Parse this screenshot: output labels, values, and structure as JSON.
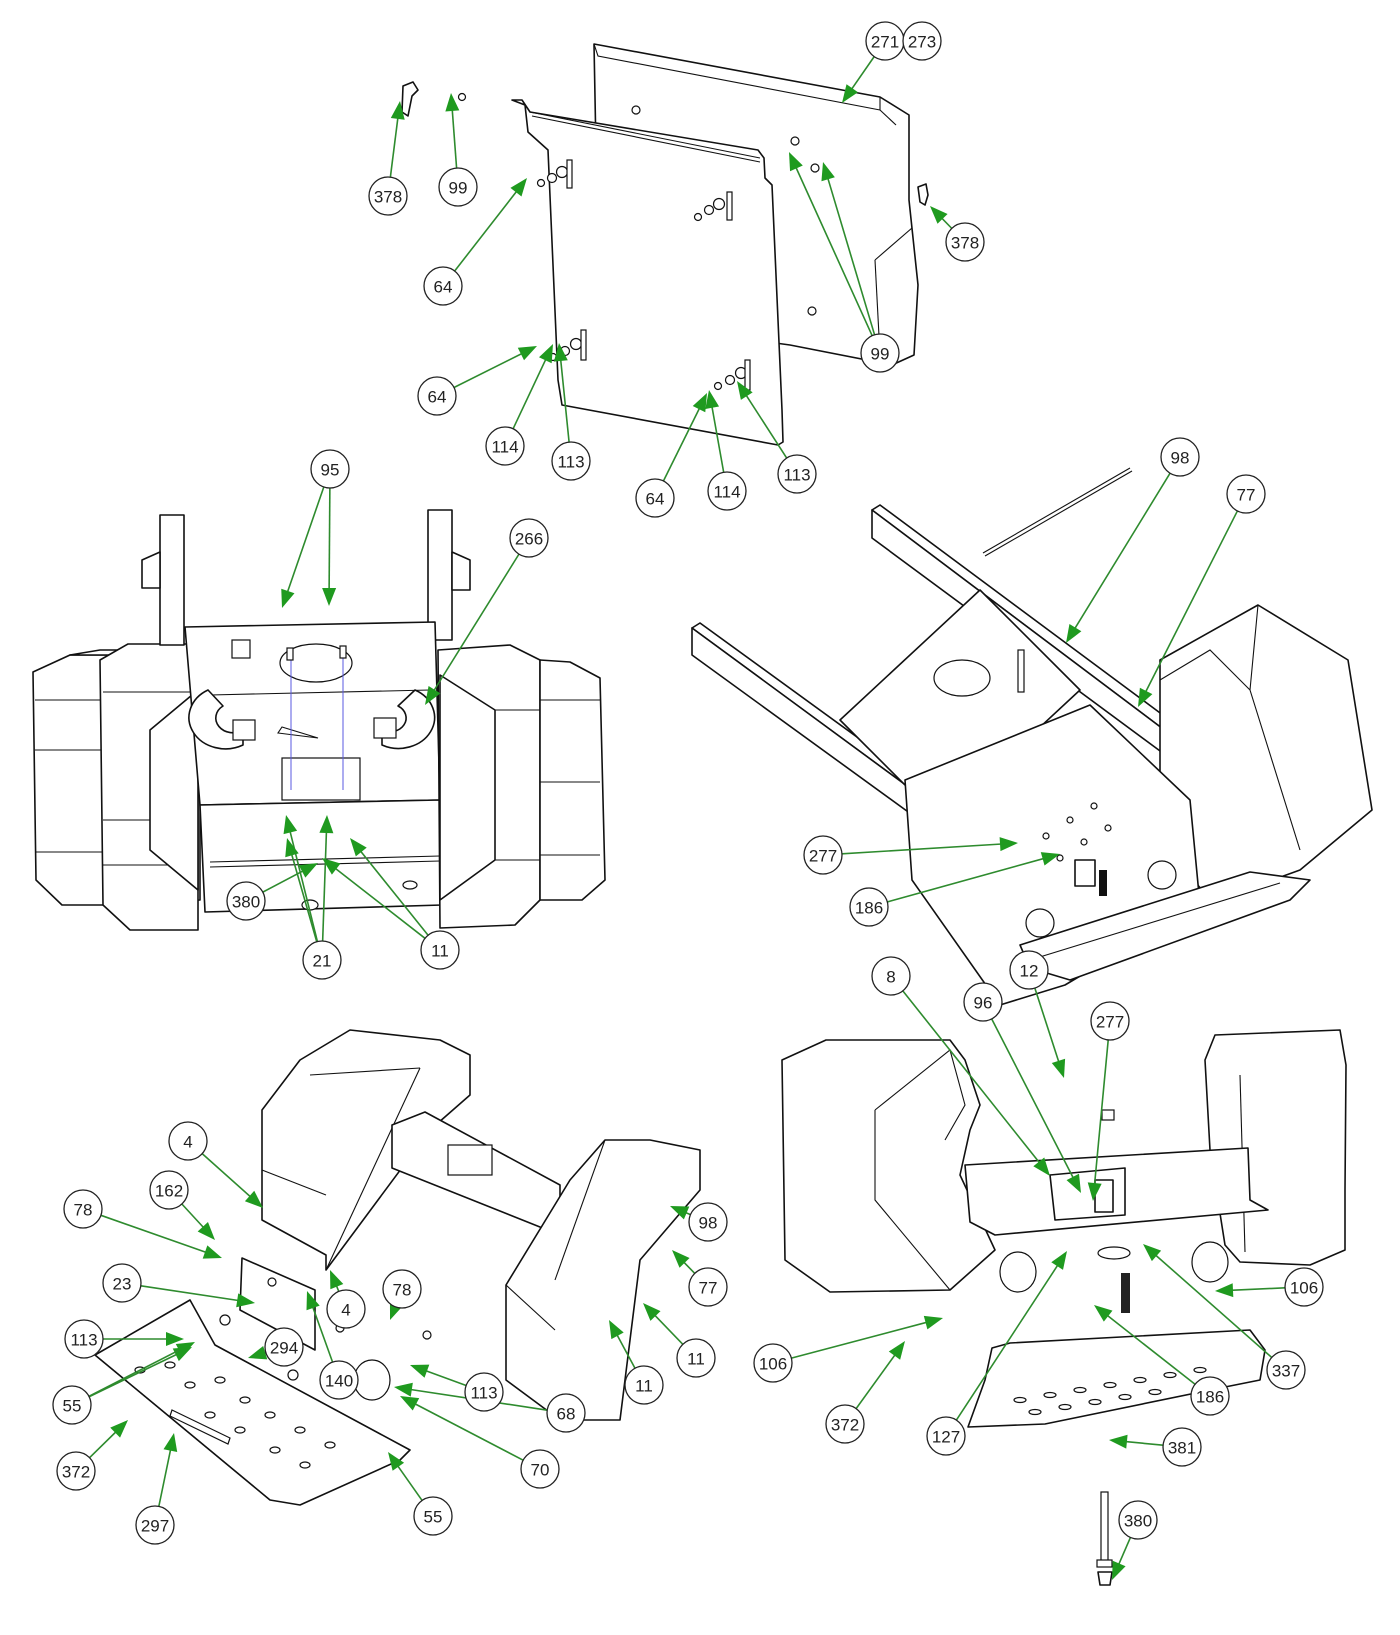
{
  "diagram": {
    "type": "exploded-parts-diagram",
    "colors": {
      "leader": "#2e8b2e",
      "arrowhead": "#1f9a1f",
      "outline": "#111111",
      "guide": "#5a5ae0"
    },
    "views": [
      {
        "name": "rear-shield-view",
        "callouts": [
          "271",
          "273",
          "378",
          "99",
          "64",
          "378",
          "99",
          "64",
          "114",
          "113",
          "64",
          "114",
          "113"
        ]
      },
      {
        "name": "frame-front-view",
        "callouts": [
          "95",
          "266",
          "380",
          "21",
          "11"
        ]
      },
      {
        "name": "frame-iso-view",
        "callouts": [
          "98",
          "77",
          "277",
          "186"
        ]
      },
      {
        "name": "step-assembly-left-view",
        "callouts": [
          "4",
          "162",
          "78",
          "23",
          "113",
          "294",
          "4",
          "78",
          "140",
          "55",
          "113",
          "68",
          "372",
          "70",
          "297",
          "55",
          "98",
          "77",
          "11",
          "11"
        ]
      },
      {
        "name": "step-assembly-right-view",
        "callouts": [
          "8",
          "12",
          "96",
          "277",
          "106",
          "106",
          "372",
          "127",
          "186",
          "337",
          "381",
          "380"
        ]
      }
    ],
    "callouts": [
      {
        "label": "271"
      },
      {
        "label": "273"
      },
      {
        "label": "378"
      },
      {
        "label": "99"
      },
      {
        "label": "378"
      },
      {
        "label": "64"
      },
      {
        "label": "99"
      },
      {
        "label": "64"
      },
      {
        "label": "114"
      },
      {
        "label": "113"
      },
      {
        "label": "64"
      },
      {
        "label": "114"
      },
      {
        "label": "113"
      },
      {
        "label": "95"
      },
      {
        "label": "266"
      },
      {
        "label": "380"
      },
      {
        "label": "21"
      },
      {
        "label": "11"
      },
      {
        "label": "98"
      },
      {
        "label": "77"
      },
      {
        "label": "277"
      },
      {
        "label": "186"
      },
      {
        "label": "8"
      },
      {
        "label": "12"
      },
      {
        "label": "96"
      },
      {
        "label": "277"
      },
      {
        "label": "4"
      },
      {
        "label": "162"
      },
      {
        "label": "78"
      },
      {
        "label": "23"
      },
      {
        "label": "113"
      },
      {
        "label": "294"
      },
      {
        "label": "4"
      },
      {
        "label": "78"
      },
      {
        "label": "140"
      },
      {
        "label": "55"
      },
      {
        "label": "113"
      },
      {
        "label": "68"
      },
      {
        "label": "372"
      },
      {
        "label": "70"
      },
      {
        "label": "297"
      },
      {
        "label": "55"
      },
      {
        "label": "98"
      },
      {
        "label": "77"
      },
      {
        "label": "11"
      },
      {
        "label": "11"
      },
      {
        "label": "106"
      },
      {
        "label": "106"
      },
      {
        "label": "372"
      },
      {
        "label": "127"
      },
      {
        "label": "186"
      },
      {
        "label": "337"
      },
      {
        "label": "381"
      },
      {
        "label": "380"
      }
    ]
  }
}
